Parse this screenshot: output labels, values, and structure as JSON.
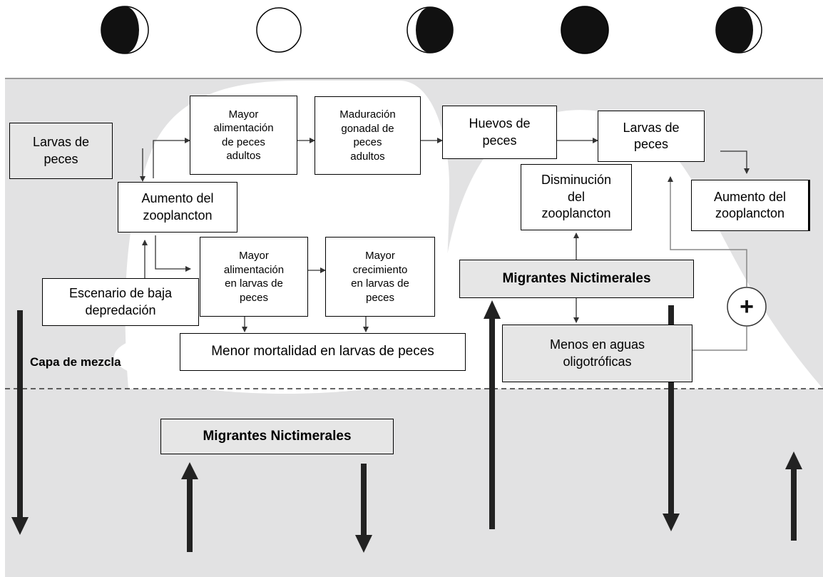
{
  "boxes": {
    "larvas_left": "Larvas de\npeces",
    "aumento_left": "Aumento del\nzooplancton",
    "escenario": "Escenario de baja\ndepredación",
    "mayor_alim_adultos": "Mayor\nalimentación\nde peces\nadultos",
    "maduracion": "Maduración\ngonadal de\npeces\nadultos",
    "mayor_alim_larvas": "Mayor\nalimentación\nen larvas de\npeces",
    "mayor_crecimiento": "Mayor\ncrecimiento\nen larvas de\npeces",
    "menor_mortalidad": "Menor mortalidad en larvas de peces",
    "huevos": "Huevos de\npeces",
    "larvas_right": "Larvas de\npeces",
    "disminucion": "Disminución\ndel\nzooplancton",
    "aumento_right": "Aumento del\nzooplancton",
    "migrantes_right": "Migrantes Nictimerales",
    "menos": "Menos en aguas\noligotróficas",
    "migrantes_bottom": "Migrantes Nictimerales"
  },
  "capa_label": "Capa de mezcla",
  "plus_symbol": "+",
  "moon_phases": [
    "waning-crescent",
    "full-moon",
    "waxing-crescent",
    "new-moon",
    "waning-crescent"
  ]
}
